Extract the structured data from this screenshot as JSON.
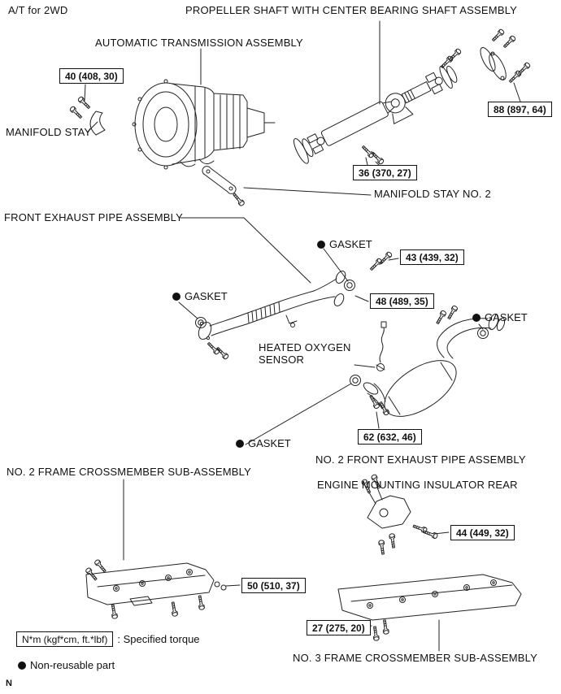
{
  "page": {
    "corner_note": "A/T for 2WD",
    "footer_mark": "N"
  },
  "labels": {
    "propeller_shaft": "PROPELLER SHAFT WITH CENTER BEARING SHAFT ASSEMBLY",
    "automatic_transmission": "AUTOMATIC TRANSMISSION ASSEMBLY",
    "manifold_stay": "MANIFOLD STAY",
    "manifold_stay_no2": "MANIFOLD STAY NO. 2",
    "front_exhaust_pipe": "FRONT EXHAUST PIPE ASSEMBLY",
    "gasket": "GASKET",
    "heated_oxygen_sensor": "HEATED OXYGEN SENSOR",
    "no2_front_exhaust_pipe": "NO. 2 FRONT EXHAUST PIPE ASSEMBLY",
    "no2_frame_crossmember": "NO. 2 FRAME CROSSMEMBER SUB-ASSEMBLY",
    "engine_mounting_insulator": "ENGINE MOUNTING INSULATOR REAR",
    "no3_frame_crossmember": "NO. 3 FRAME CROSSMEMBER SUB-ASSEMBLY"
  },
  "torque_callouts": {
    "manifold_stay": "40 (408, 30)",
    "propeller_rear_flange": "88 (897, 64)",
    "propeller_front_flange": "36 (370, 27)",
    "front_pipe_upper": "43 (439, 32)",
    "front_pipe_lower": "48 (489, 35)",
    "no2_pipe_inlet": "62 (632, 46)",
    "engine_mounting": "44 (449, 32)",
    "no2_crossmember": "50 (510, 37)",
    "no3_crossmember": "27 (275, 20)"
  },
  "legend": {
    "torque_unit_box": "N*m (kgf*cm, ft.*lbf)",
    "torque_description": ": Specified torque",
    "non_reusable": "Non-reusable part"
  },
  "colors": {
    "line": "#222222",
    "text": "#111111",
    "background": "#ffffff"
  }
}
